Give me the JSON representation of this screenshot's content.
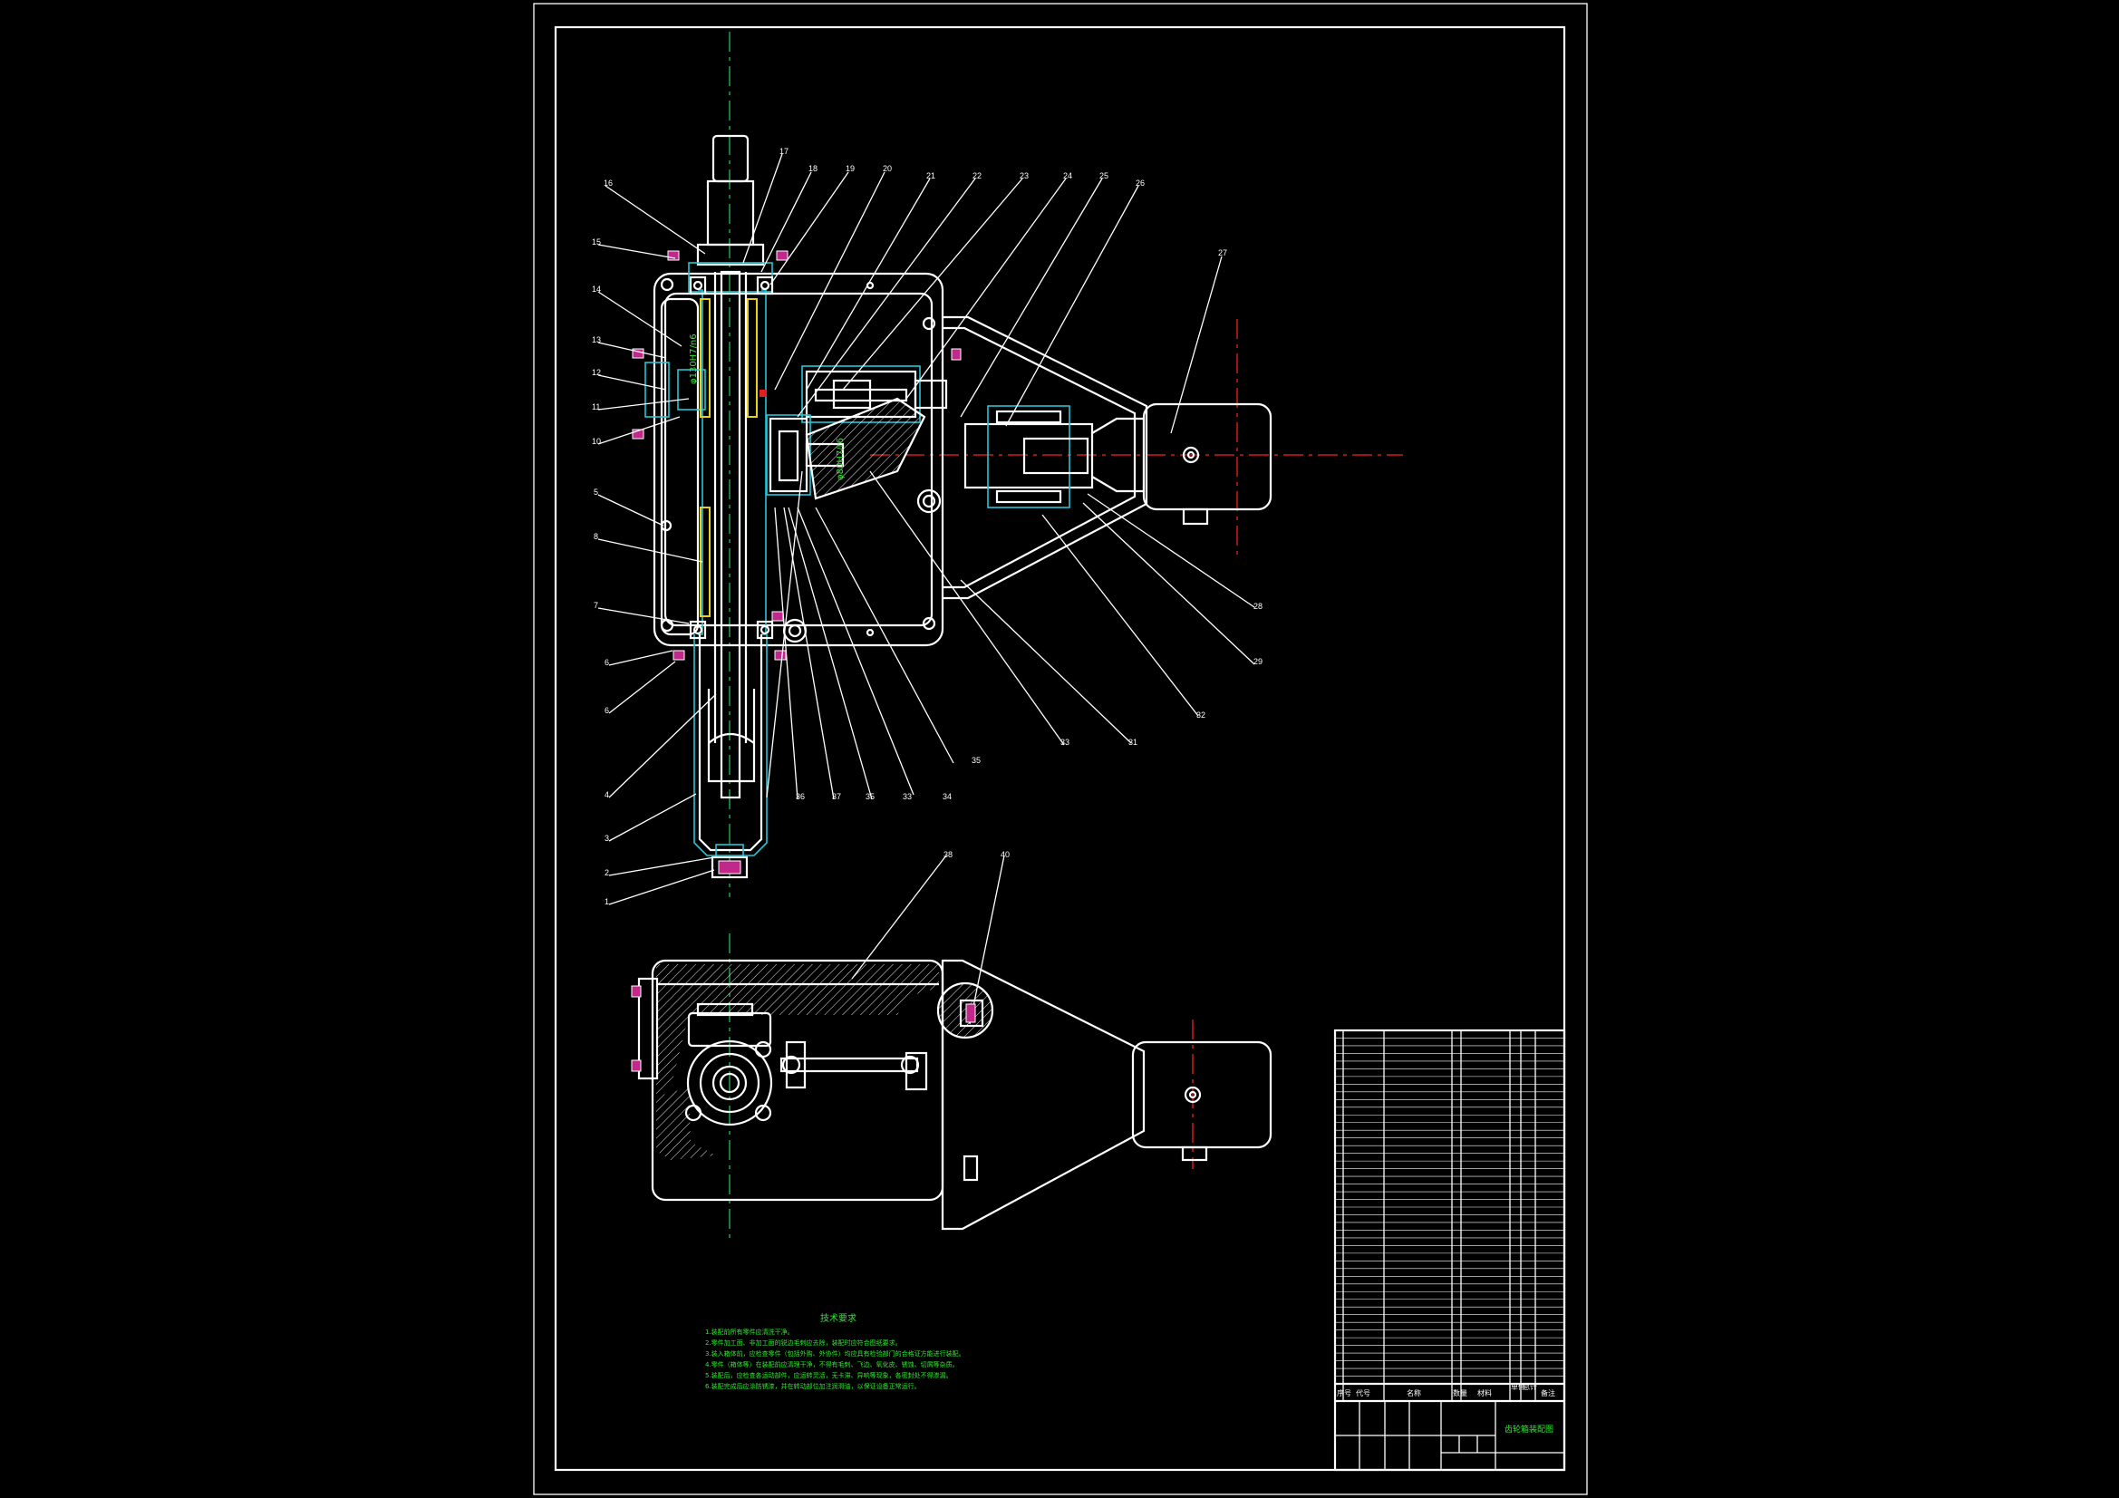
{
  "drawing": {
    "part_labels": [
      "17",
      "18",
      "19",
      "20",
      "21",
      "22",
      "23",
      "24",
      "25",
      "26",
      "16",
      "15",
      "14",
      "13",
      "12",
      "11",
      "10",
      "5",
      "8",
      "7",
      "6",
      "6",
      "4",
      "3",
      "2",
      "1",
      "36",
      "37",
      "35",
      "33",
      "34",
      "35",
      "33",
      "31",
      "32",
      "29",
      "28",
      "27",
      "38",
      "40"
    ],
    "inline_labels": [
      {
        "text": "φ130H7/n6",
        "color": "#2ee82e"
      },
      {
        "text": "φ80H7/r6",
        "color": "#2ee82e"
      }
    ],
    "technical_requirements": {
      "title": "技术要求",
      "lines": [
        "1.装配前所有零件应清洗干净。",
        "2.零件加工面、非加工面的锐边毛刺应去除，装配时应符合图纸要求。",
        "3.装入箱体前，应检查零件（包括外购、外协件）均应具有检验部门的合格证方能进行装配。",
        "4.零件（箱体等）在装配前应清理干净，不得有毛刺、飞边、氧化皮、锈蚀、切屑等杂质。",
        "5.装配后，应检查各运动部件，应运转灵活，无卡滞、异响等现象，各密封处不得渗漏。",
        "6.装配完成后应涂防锈漆，并在转动部位加注润滑油，以保证设备正常运行。"
      ]
    },
    "title_block": {
      "header": [
        "序号",
        "代号",
        "名称",
        "数量",
        "材料",
        "单件",
        "总计",
        "备注"
      ],
      "drawing_title": "齿轮箱装配图",
      "colors": {
        "line": "#ffffff",
        "text": "#2ee82e"
      }
    }
  }
}
